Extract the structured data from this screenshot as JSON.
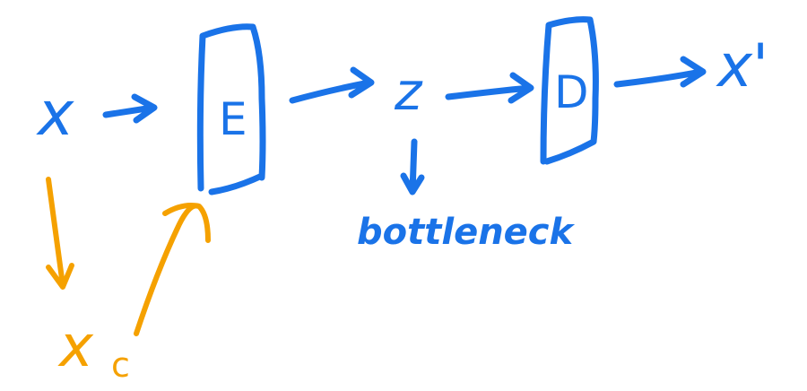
{
  "diagram": {
    "colors": {
      "primary_ink": "#1a73e8",
      "secondary_ink": "#f5a100",
      "background": "#ffffff"
    },
    "nodes": {
      "input": "x",
      "encoder": "E",
      "latent": "z",
      "decoder": "D",
      "output": "x'",
      "corrupted_input": "x",
      "corrupted_subscript": "c"
    },
    "annotations": {
      "bottleneck": "bottleneck"
    }
  }
}
